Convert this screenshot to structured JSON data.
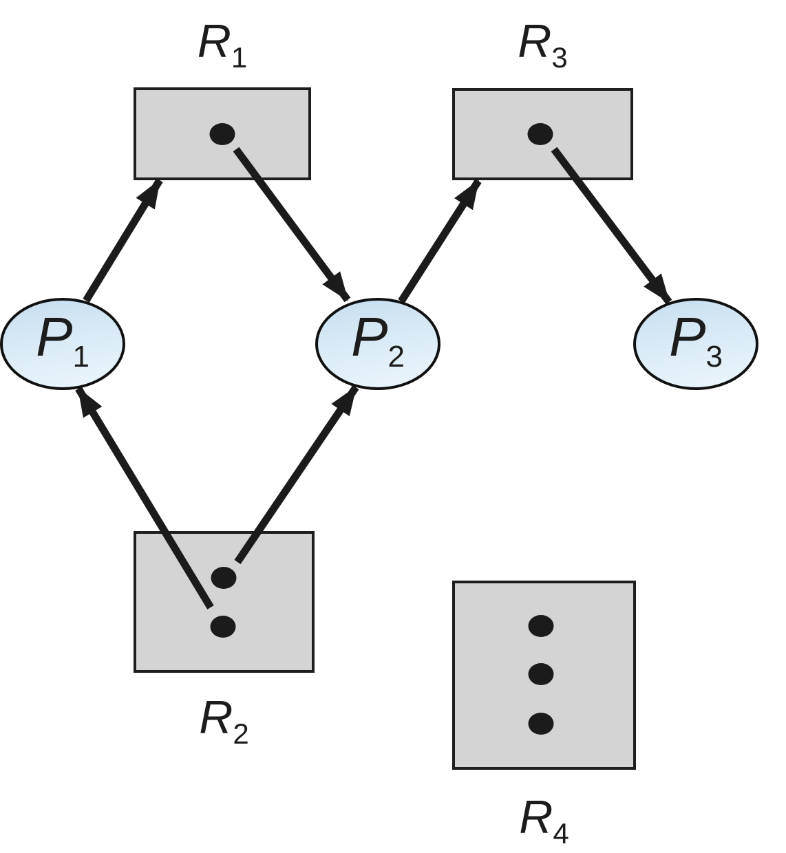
{
  "figure": {
    "type": "resource-allocation-graph",
    "background": "#ffffff"
  },
  "colors": {
    "resource_fill": "#d3d4d3",
    "resource_border": "#1e1e1e",
    "process_fill_light": "#ecf6fc",
    "process_fill_dark": "#c6def0",
    "process_border": "#101010",
    "edge_color": "#1b1b1b",
    "instance_dot_color": "#1b1b1b",
    "label_color": "#1c1c1c"
  },
  "nodes": {
    "processes": [
      {
        "id": "P1",
        "base": "P",
        "sub": "1"
      },
      {
        "id": "P2",
        "base": "P",
        "sub": "2"
      },
      {
        "id": "P3",
        "base": "P",
        "sub": "3"
      }
    ],
    "resources": [
      {
        "id": "R1",
        "base": "R",
        "sub": "1",
        "instances": 1
      },
      {
        "id": "R2",
        "base": "R",
        "sub": "2",
        "instances": 2
      },
      {
        "id": "R3",
        "base": "R",
        "sub": "3",
        "instances": 1
      },
      {
        "id": "R4",
        "base": "R",
        "sub": "4",
        "instances": 3
      }
    ]
  },
  "edges": [
    {
      "from": "P1",
      "to": "R1",
      "type": "request"
    },
    {
      "from": "P2",
      "to": "R3",
      "type": "request"
    },
    {
      "from": "R1",
      "to": "P2",
      "type": "assignment"
    },
    {
      "from": "R3",
      "to": "P3",
      "type": "assignment"
    },
    {
      "from": "R2",
      "to": "P1",
      "type": "assignment"
    },
    {
      "from": "R2",
      "to": "P2",
      "type": "assignment"
    }
  ]
}
